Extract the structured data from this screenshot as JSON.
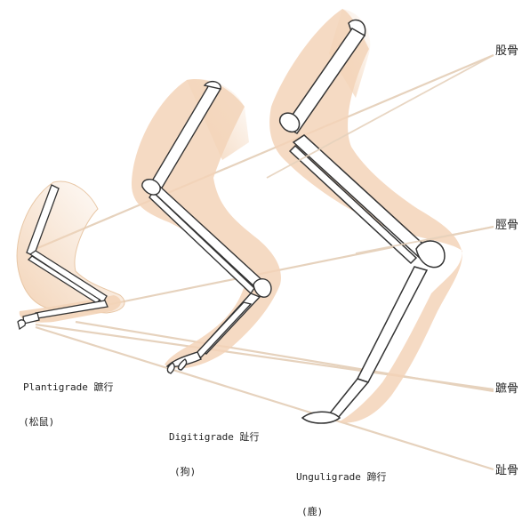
{
  "bone_labels": {
    "femur": "股骨",
    "tibia": "脛骨",
    "metatarsal": "蹠骨",
    "phalanx": "趾骨"
  },
  "gaits": {
    "plantigrade": {
      "name": "Plantigrade 蹠行",
      "animal": "(松鼠)"
    },
    "digitigrade": {
      "name": "Digitigrade 趾行",
      "animal": "(狗)"
    },
    "unguligrade": {
      "name": "Unguligrade 蹄行",
      "animal": "(鹿)"
    }
  },
  "colors": {
    "skin": "#f3d4b8",
    "bone": "#ffffff",
    "outline": "#333333",
    "leader": "#e6d2bd"
  }
}
